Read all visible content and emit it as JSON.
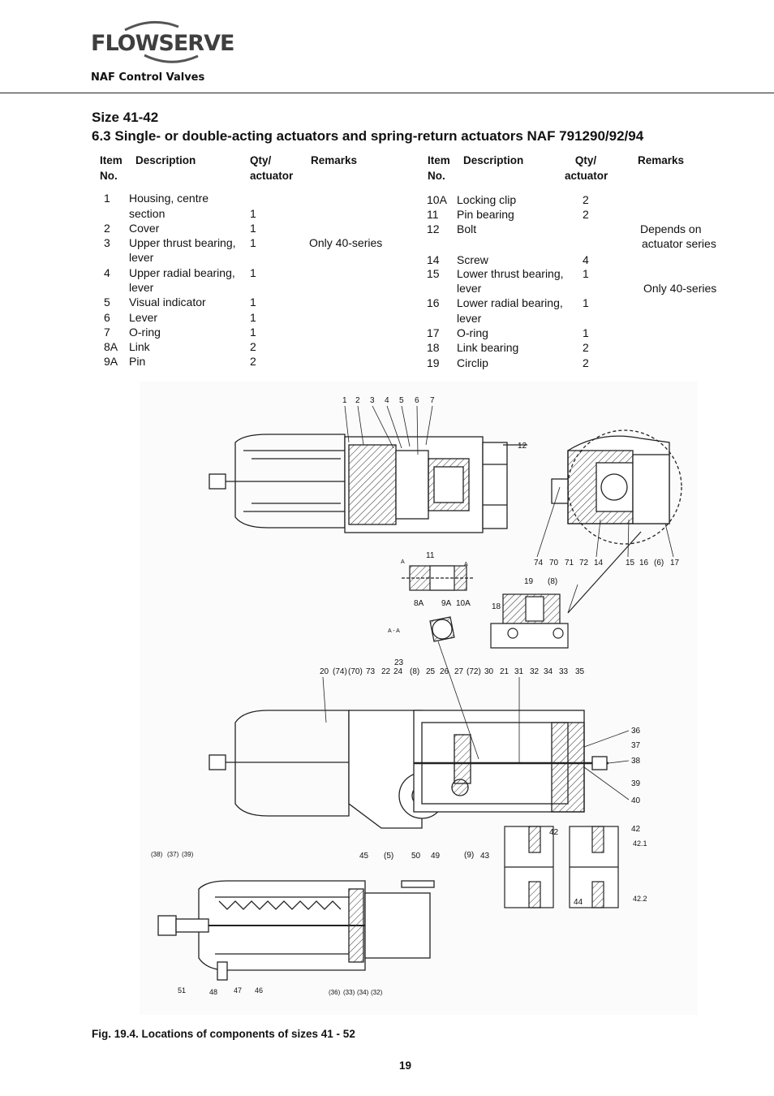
{
  "header": {
    "brand": "FLOWSERVE",
    "division": "NAF Control Valves"
  },
  "size_title": "Size 41-42",
  "section_title": "6.3  Single- or double-acting actuators and spring-return actuators NAF 791290/92/94",
  "table_headers": {
    "item_no": [
      "Item",
      "No."
    ],
    "description": "Description",
    "qty": [
      "Qty/",
      "actuator"
    ],
    "remarks": "Remarks"
  },
  "left_rows": [
    {
      "no": "1",
      "desc": [
        "Housing, centre",
        "section"
      ],
      "qty": "1",
      "remarks": ""
    },
    {
      "no": "2",
      "desc": [
        "Cover"
      ],
      "qty": "1",
      "remarks": ""
    },
    {
      "no": "3",
      "desc": [
        "Upper thrust bearing,",
        "lever"
      ],
      "qty": "1",
      "remarks": "Only 40-series"
    },
    {
      "no": "4",
      "desc": [
        "Upper radial bearing,",
        "lever"
      ],
      "qty": "1",
      "remarks": ""
    },
    {
      "no": "5",
      "desc": [
        "Visual indicator"
      ],
      "qty": "1",
      "remarks": ""
    },
    {
      "no": "6",
      "desc": [
        "Lever"
      ],
      "qty": "1",
      "remarks": ""
    },
    {
      "no": "7",
      "desc": [
        "O-ring"
      ],
      "qty": "1",
      "remarks": ""
    },
    {
      "no": "8A",
      "desc": [
        "Link"
      ],
      "qty": "2",
      "remarks": ""
    },
    {
      "no": "9A",
      "desc": [
        "Pin"
      ],
      "qty": "2",
      "remarks": ""
    }
  ],
  "right_rows": [
    {
      "no": "10A",
      "desc": [
        "Locking clip"
      ],
      "qty": "2",
      "remarks": ""
    },
    {
      "no": "11",
      "desc": [
        "Pin bearing"
      ],
      "qty": "2",
      "remarks": ""
    },
    {
      "no": "12",
      "desc": [
        "Bolt"
      ],
      "qty": "",
      "remarks": [
        "Depends on",
        "actuator series"
      ]
    },
    {
      "no": "14",
      "desc": [
        "Screw"
      ],
      "qty": "4",
      "remarks": ""
    },
    {
      "no": "15",
      "desc": [
        "Lower thrust bearing,",
        "lever"
      ],
      "qty": "1",
      "remarks": [
        "Only 40-series"
      ]
    },
    {
      "no": "16",
      "desc": [
        "Lower radial bearing,",
        "lever"
      ],
      "qty": "1",
      "remarks": ""
    },
    {
      "no": "17",
      "desc": [
        "O-ring"
      ],
      "qty": "1",
      "remarks": ""
    },
    {
      "no": "18",
      "desc": [
        "Link bearing"
      ],
      "qty": "2",
      "remarks": ""
    },
    {
      "no": "19",
      "desc": [
        "Circlip"
      ],
      "qty": "2",
      "remarks": ""
    }
  ],
  "drawing_callouts": {
    "top_view": [
      "1",
      "2",
      "3",
      "4",
      "5",
      "6",
      "7",
      "12"
    ],
    "side_view": [
      "74",
      "70",
      "71",
      "72",
      "14",
      "15",
      "16",
      "(6)",
      "17"
    ],
    "section_aa": [
      "11",
      "8A",
      "9A",
      "10A",
      "A",
      "A",
      "A - A"
    ],
    "link_detail": [
      "19",
      "(8)",
      "18"
    ],
    "mid_view_top": [
      "20",
      "(74)",
      "(70)",
      "73",
      "22",
      "24",
      "23",
      "(8)",
      "25",
      "26",
      "27",
      "(72)",
      "30",
      "21",
      "31",
      "32",
      "34",
      "33",
      "35"
    ],
    "mid_view_right": [
      "36",
      "37",
      "38",
      "39",
      "40"
    ],
    "mid_view_bottom": [
      "45",
      "(5)",
      "50",
      "49",
      "(9)",
      "43"
    ],
    "seal_details": [
      "42",
      "42",
      "42.1",
      "44",
      "42.2"
    ],
    "spring_view": [
      "(38)",
      "(37)",
      "(39)",
      "51",
      "48",
      "47",
      "46",
      "(36)",
      "(33)",
      "(34)",
      "(32)"
    ]
  },
  "caption": "Fig. 19.4. Locations of components of sizes 41 - 52",
  "page_number": "19"
}
